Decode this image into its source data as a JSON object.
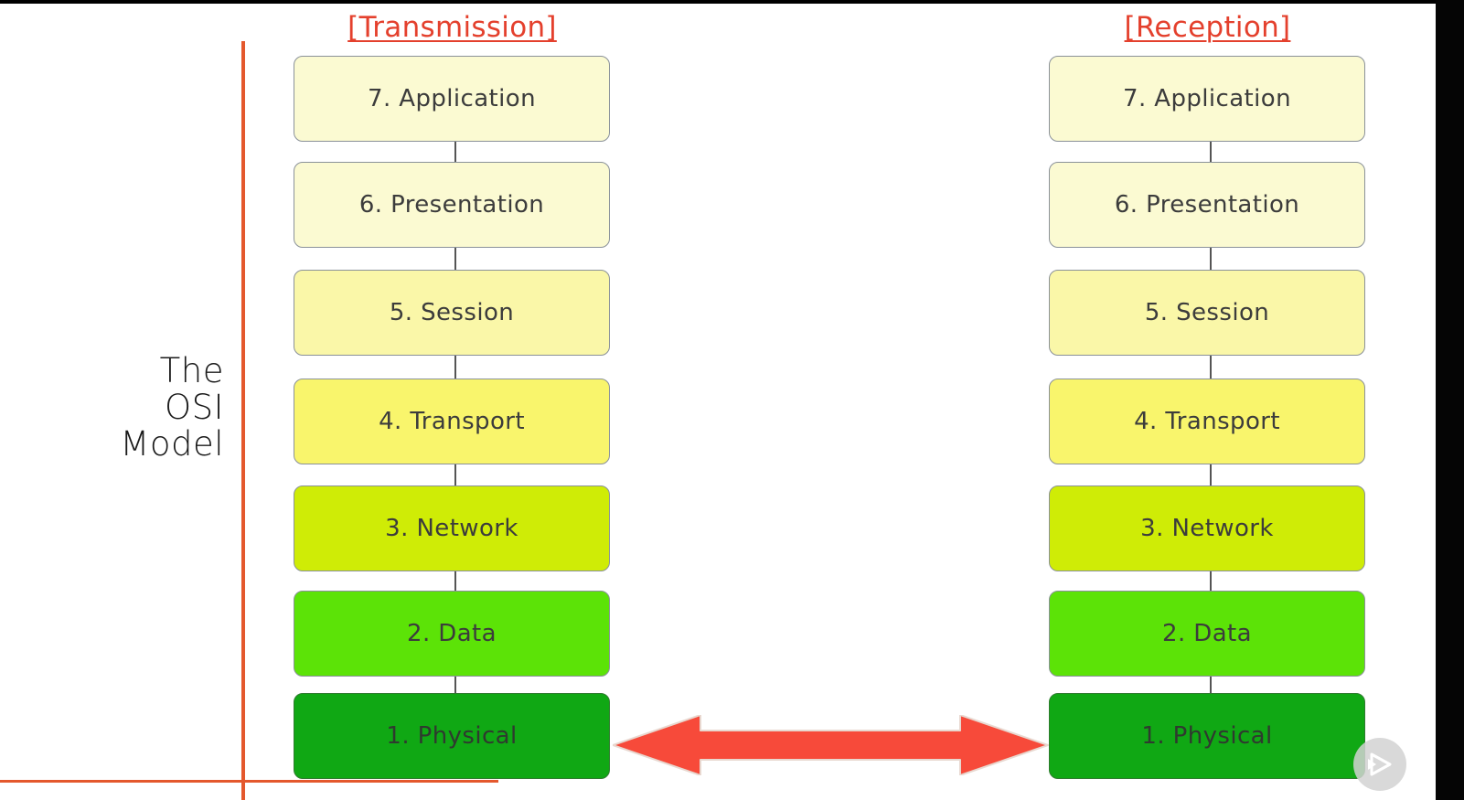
{
  "side_title": [
    "The",
    "OSI",
    "Model"
  ],
  "transmission_title": "[Transmission]",
  "reception_title": "[Reception]",
  "layers": [
    "7. Application",
    "6. Presentation",
    "5. Session",
    "4. Transport",
    "3. Network",
    "2. Data",
    "1. Physical"
  ],
  "colors": {
    "accent": "#e4582d",
    "title_red": "#e4402d",
    "arrow": "#f74a3a",
    "layer_7": "#fbfad2",
    "layer_6": "#fbfad2",
    "layer_5": "#faf7a8",
    "layer_4": "#f9f56c",
    "layer_3": "#cfec06",
    "layer_2": "#5ce307",
    "layer_1": "#10a814"
  },
  "icons": {
    "arrow": "double-headed-arrow-icon",
    "player": "play-icon"
  }
}
